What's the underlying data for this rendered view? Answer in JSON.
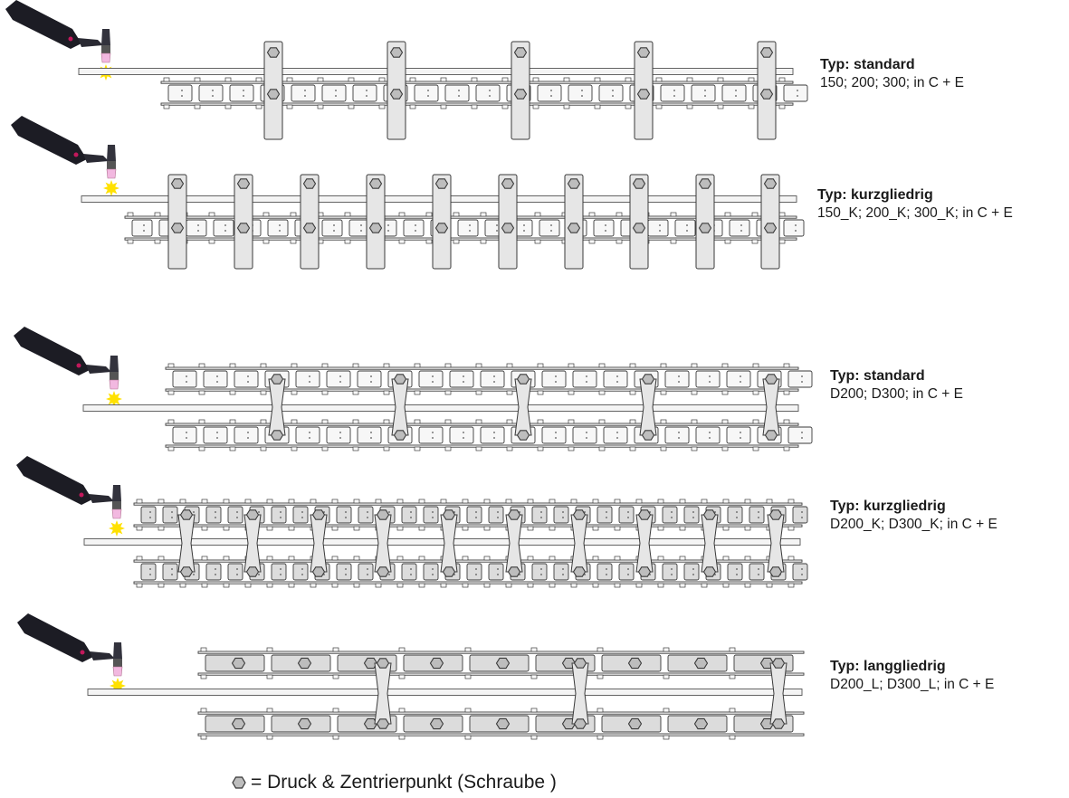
{
  "rows": [
    {
      "title": "Typ: standard",
      "subtitle": "150; 200; 300; in C + E"
    },
    {
      "title": "Typ: kurzgliedrig",
      "subtitle": "150_K; 200_K; 300_K; in C + E"
    },
    {
      "title": "Typ: standard",
      "subtitle": "D200; D300; in C + E"
    },
    {
      "title": "Typ: kurzgliedrig",
      "subtitle": "D200_K; D300_K; in C + E"
    },
    {
      "title": "Typ: langgliedrig",
      "subtitle": "D200_L; D300_L; in C + E"
    }
  ],
  "legend": {
    "text": "= Druck & Zentrierpunkt (Schraube )",
    "icon": "hexagon-screw-icon"
  },
  "colors": {
    "torch_body": "#1c1c24",
    "torch_accent": "#c2185b",
    "nozzle": "#f2b8e0",
    "spark": "#ffe100",
    "plate_fill": "#e6e6e6",
    "stroke": "#3a3a3a",
    "hex_fill": "#bdbdbd"
  }
}
